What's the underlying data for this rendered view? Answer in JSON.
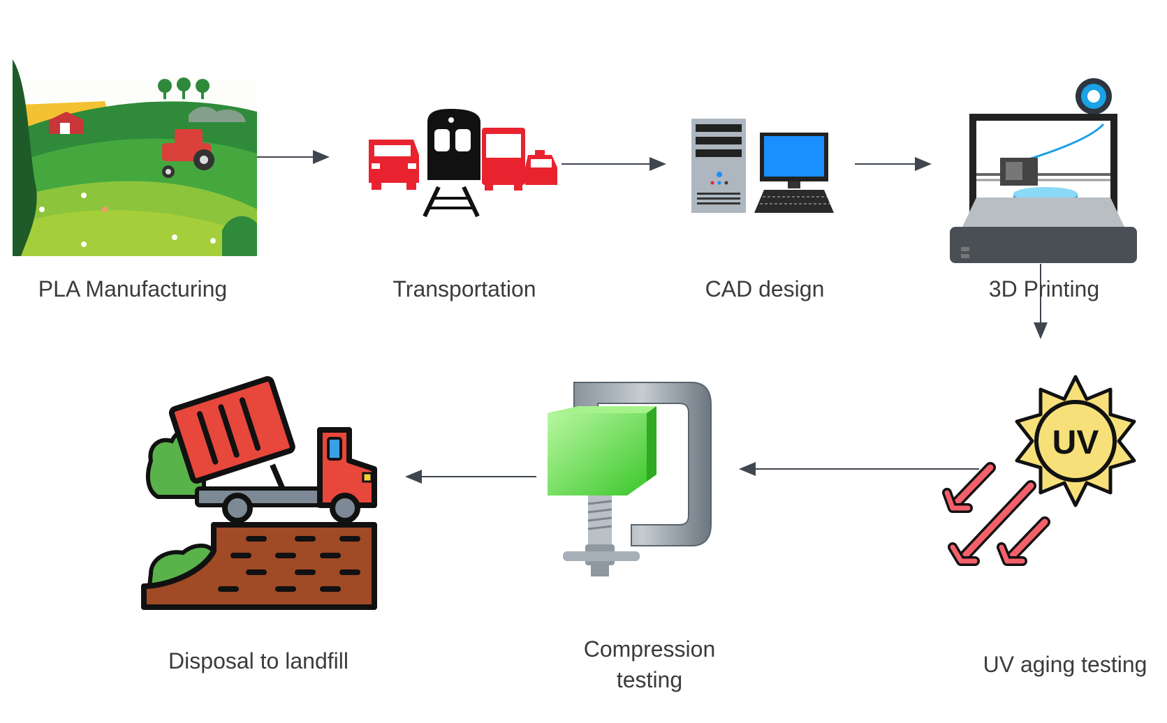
{
  "steps": {
    "pla_manufacturing": {
      "label": "PLA Manufacturing",
      "icon": "farm-landscape-icon"
    },
    "transportation": {
      "label": "Transportation",
      "icon": "transport-vehicles-icon"
    },
    "cad_design": {
      "label": "CAD design",
      "icon": "desktop-computer-icon"
    },
    "printing_3d": {
      "label": "3D Printing",
      "icon": "3d-printer-icon"
    },
    "uv_aging": {
      "label": "UV aging testing",
      "icon": "uv-sun-icon"
    },
    "compression": {
      "label_line1": "Compression",
      "label_line2": "testing",
      "icon": "clamp-icon"
    },
    "disposal": {
      "label": "Disposal to landfill",
      "icon": "dump-truck-landfill-icon"
    }
  },
  "colors": {
    "text": "#3b3b3b",
    "arrow": "#3f4650",
    "transport_red": "#e8232f",
    "cad_blue": "#1a8fff",
    "clamp_green": "#5fe04a",
    "uv_yellow": "#f7e07a"
  }
}
